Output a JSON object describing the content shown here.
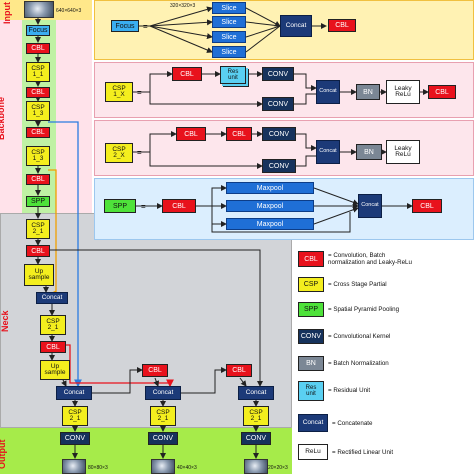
{
  "sections": {
    "input": "Input",
    "backbone": "Backbone",
    "neck": "Neck",
    "output": "Output"
  },
  "input_size": "640×640×3",
  "backbone": {
    "focus": "Focus",
    "cbl1": "CBL",
    "csp1_1": "CSP\n1_1",
    "cbl2": "CBL",
    "csp1_3a": "CSP\n1_3",
    "cbl3": "CBL",
    "csp1_3b": "CSP\n1_3",
    "cbl4": "CBL",
    "spp": "SPP"
  },
  "neck": {
    "csp2_1a": "CSP\n2_1",
    "cbl_a": "CBL",
    "upsample1": "Up\nsample",
    "concat1": "Concat",
    "csp2_1b": "CSP\n2_1",
    "cbl_b": "CBL",
    "upsample2": "Up\nsample",
    "concat_l": "Concat",
    "cbl_m": "CBL",
    "concat_m": "Concat",
    "cbl_r": "CBL",
    "concat_r": "Concat",
    "csp2_1_l": "CSP\n2_1",
    "csp2_1_m": "CSP\n2_1",
    "csp2_1_r": "CSP\n2_1"
  },
  "output": {
    "conv_l": "CONV",
    "conv_m": "CONV",
    "conv_r": "CONV",
    "size_l": "80×80×3",
    "size_m": "40×40×3",
    "size_r": "20×20×3"
  },
  "focus_panel": {
    "focus": "Focus",
    "eq": "=",
    "size": "320×320×3",
    "slices": [
      "Slice",
      "Slice",
      "Slice",
      "Slice"
    ],
    "concat": "Concat",
    "cbl": "CBL"
  },
  "csp1_panel": {
    "label": "CSP\n1_X",
    "eq": "=",
    "cbl": "CBL",
    "res": "Res\nunit",
    "conv_top": "CONV",
    "conv_bot": "CONV",
    "concat": "Concat",
    "bn": "BN",
    "relu": "Leaky\nReLu",
    "cbl_out": "CBL"
  },
  "csp2_panel": {
    "label": "CSP\n2_X",
    "eq": "=",
    "cbl1": "CBL",
    "cbl2": "CBL",
    "conv_top": "CONV",
    "conv_bot": "CONV",
    "concat": "Concat",
    "bn": "BN",
    "relu": "Leaky\nReLu"
  },
  "spp_panel": {
    "label": "SPP",
    "eq": "=",
    "cbl": "CBL",
    "pools": [
      "Maxpool",
      "Maxpool",
      "Maxpool"
    ],
    "concat": "Concat",
    "cbl_out": "CBL"
  },
  "legend": [
    {
      "key": "CBL",
      "text": "= Convolution, Batch\nnormalization and Leaky-ReLu",
      "color": "#e8121c"
    },
    {
      "key": "CSP",
      "text": "= Cross Stage Partial",
      "color": "#f4ee1e"
    },
    {
      "key": "SPP",
      "text": "= Spatial Pyramid Pooling",
      "color": "#4ee23a"
    },
    {
      "key": "CONV",
      "text": "= Convolutional Kernel",
      "color": "#16325c"
    },
    {
      "key": "BN",
      "text": "= Batch Normalization",
      "color": "#7b8795"
    },
    {
      "key": "Res\nunit",
      "text": "= Residual Unit",
      "color": "#5ad0f2"
    },
    {
      "key": "Concat",
      "text": "= Concatenate",
      "color": "#1c3a78"
    },
    {
      "key": "ReLu",
      "text": "= Rectified Linear Unit",
      "color": "#ffffff"
    }
  ],
  "colors": {
    "cbl": "#e8121c",
    "csp": "#f4ee1e",
    "spp": "#4ee23a",
    "conv": "#16325c",
    "concat": "#1c3a78",
    "focus_bg": "#fff2b3",
    "panel_pink": "#fde6ec",
    "panel_blue": "#dbeefe",
    "neck_bg": "#d2d4d8",
    "output_bg": "#a6eb4a"
  }
}
